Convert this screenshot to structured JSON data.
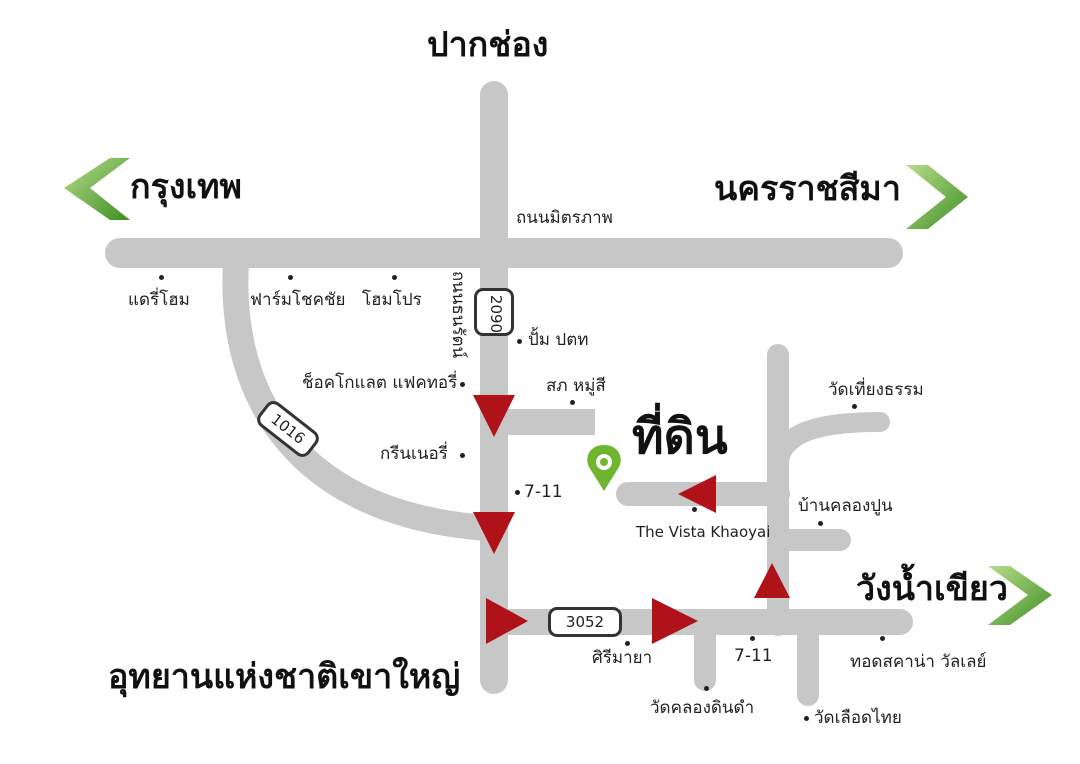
{
  "colors": {
    "road": "#c7c7c8",
    "arrow": "#b0121a",
    "pin": "#6fb62e",
    "chevron": "#6ab43c"
  },
  "directions": {
    "north": "ปากช่อง",
    "west": "กรุงเทพ",
    "east": "นครราชสีมา",
    "southeast": "วังน้ำเขียว",
    "southwest": "อุทยานแห่งชาติเขาใหญ่"
  },
  "roads": {
    "mittraphap": "ถนนมิตรภาพ",
    "thanarat": "ถนนธนรัตน์",
    "route_2090": "2090",
    "route_1016": "1016",
    "route_3052": "3052"
  },
  "destination": {
    "label": "ที่ดิน",
    "icon": "location-pin-icon"
  },
  "landmarks": {
    "dairy_home": "แดรี่โฮม",
    "farm_chokchai": "ฟาร์มโชคชัย",
    "home_pro": "โฮมโปร",
    "ptt_station": "ปั้ม ปตท",
    "chocolate_factory": "ช็อคโกแลต แฟคทอรี่",
    "sapha_mu_si": "สภ หมู่สี",
    "greenery": "กรีนเนอรี่",
    "seven_eleven_a": "7-11",
    "vista_khaoyai": "The Vista Khaoyai",
    "wat_thiang_tham": "วัดเที่ยงธรรม",
    "ban_khlong_pun": "บ้านคลองปูน",
    "sirimaya": "ศิรีมายา",
    "seven_eleven_b": "7-11",
    "thod_sakana": "ทอดสคาน่า วัลเลย์",
    "wat_khlong_din_dam": "วัดคลองดินดำ",
    "wat_lueat_thai": "วัดเลือดไทย"
  }
}
